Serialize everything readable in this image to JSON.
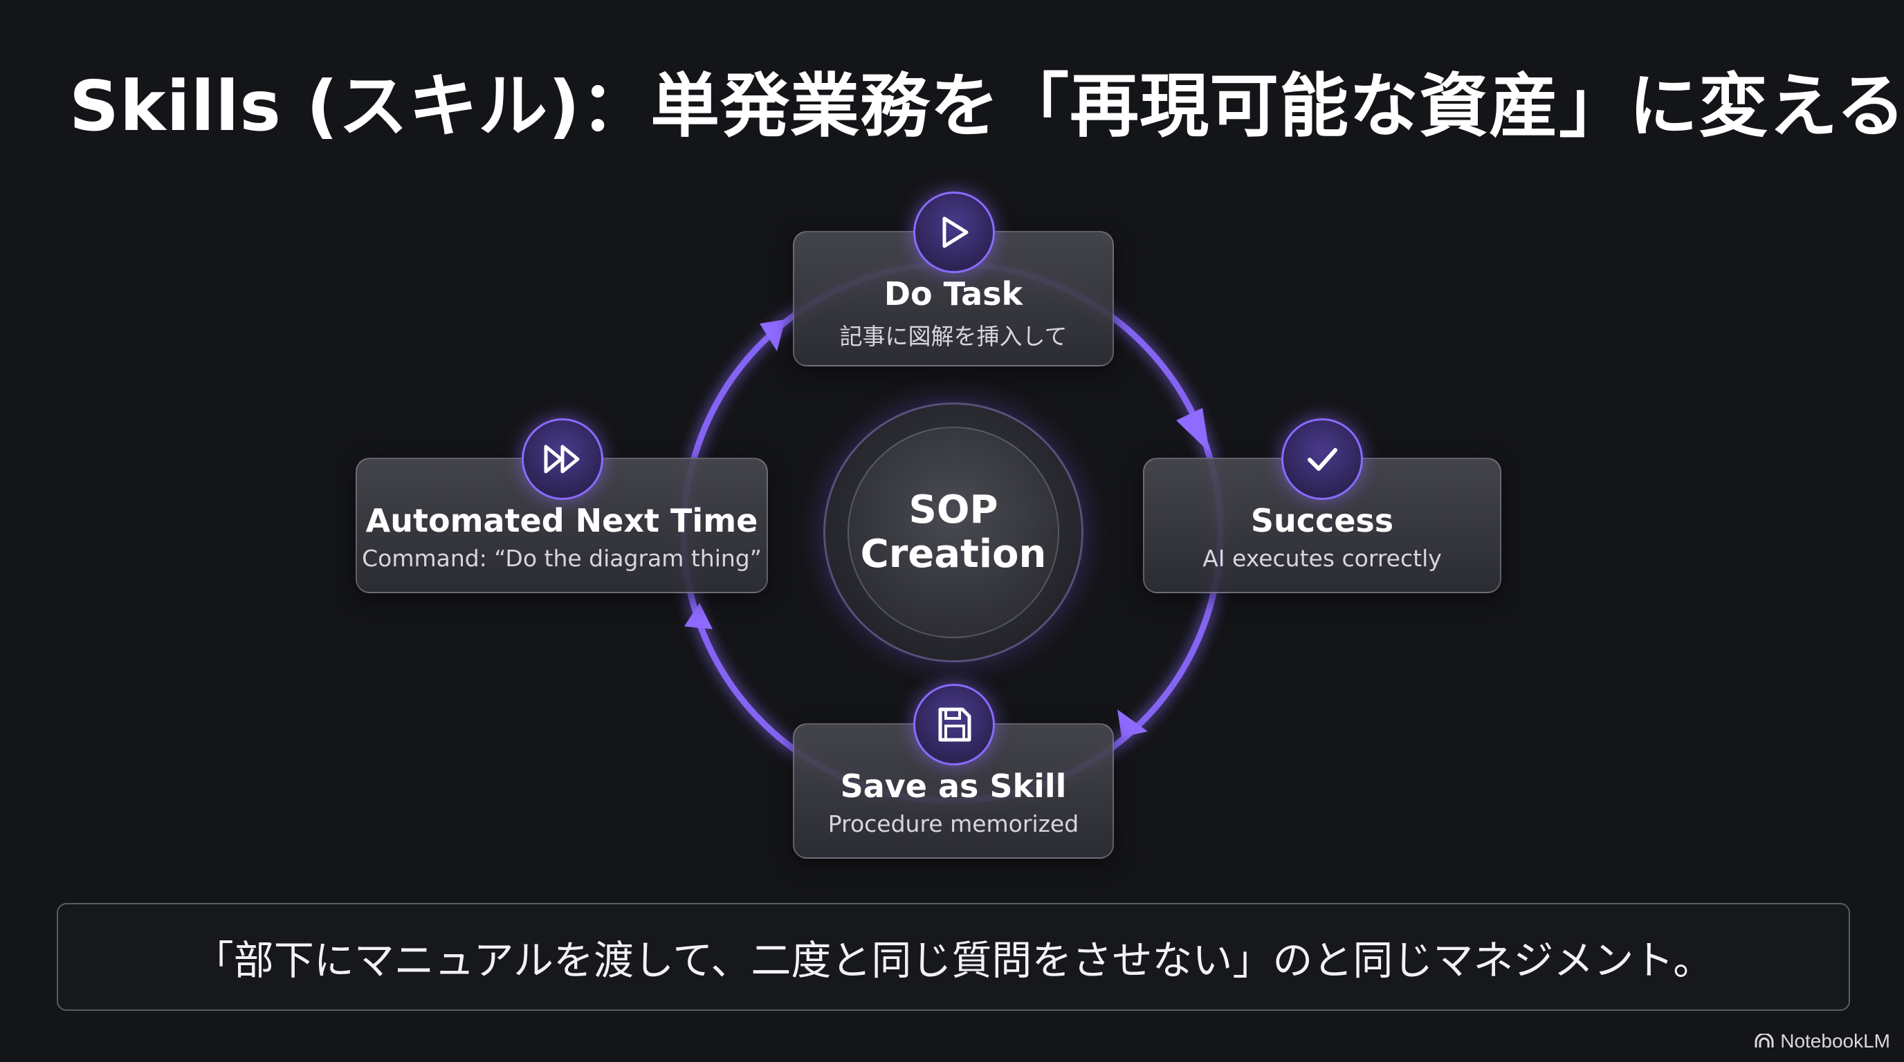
{
  "title": "Skills (スキル)：単発業務を「再現可能な資産」に変える。",
  "hub": {
    "line1": "SOP",
    "line2": "Creation"
  },
  "nodes": {
    "do_task": {
      "title": "Do Task",
      "subtitle": "記事に図解を挿入して",
      "icon": "play-icon"
    },
    "success": {
      "title": "Success",
      "subtitle": "AI executes correctly",
      "icon": "check-icon"
    },
    "save_skill": {
      "title": "Save as Skill",
      "subtitle": "Procedure memorized",
      "icon": "floppy-disk-icon"
    },
    "automated": {
      "title": "Automated Next Time",
      "subtitle": "Command: “Do the diagram thing”",
      "icon": "fast-forward-icon"
    }
  },
  "quote": "「部下にマニュアルを渡して、二度と同じ質問をさせない」のと同じマネジメント。",
  "brand": {
    "name": "NotebookLM",
    "icon": "notebooklm-logo-icon"
  },
  "colors": {
    "background": "#141518",
    "accent": "#8b6bff",
    "card": "#3a3a42"
  }
}
